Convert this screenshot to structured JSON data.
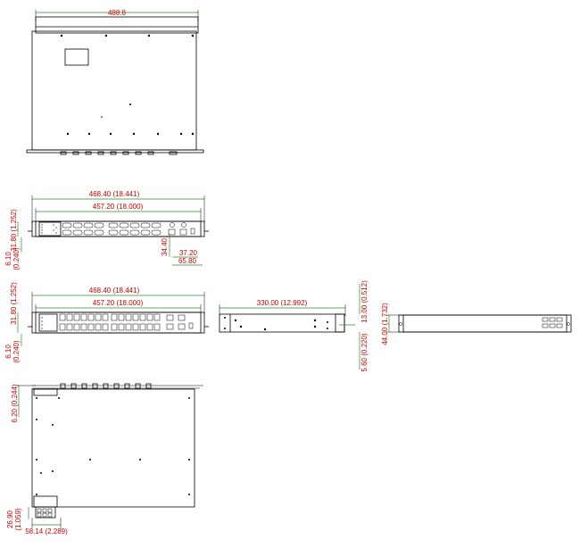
{
  "top_view": {
    "width_label": "488.8"
  },
  "front_view_a": {
    "overall_width": "468.40 (18.441)",
    "panel_width": "457.20 (18.000)",
    "height": "31.80 (1.252)",
    "ear_offset_top": "6.10",
    "ear_offset_bottom": "(0.240)",
    "module_height": "34.40",
    "module_width_a": "37.20",
    "module_width_b": "65.80"
  },
  "front_view_b": {
    "overall_width": "468.40 (18.441)",
    "panel_width": "457.20 (18.000)",
    "height": "31.80 (1.252)",
    "ear_offset_top": "6.10",
    "ear_offset_bottom": "(0.240)"
  },
  "side_view": {
    "depth": "330.00 (12.992)",
    "top_offset": "13.00 (0.512)",
    "bottom_offset": "5.60 (0.220)"
  },
  "rear_view": {
    "height": "44.00 (1.732)"
  },
  "bottom_view": {
    "top_margin": "6.20 (0.244)",
    "connector_height_a": "26.90",
    "connector_height_b": "(1.059)",
    "connector_width": "58.14 (2.289)"
  }
}
